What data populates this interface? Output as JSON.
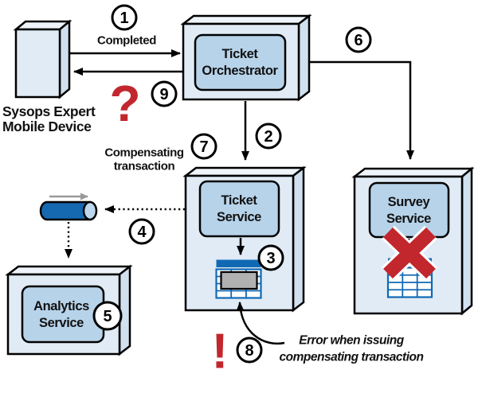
{
  "nodes": {
    "mobile_device": {
      "label": [
        "Sysops Expert",
        "Mobile Device"
      ]
    },
    "ticket_orchestrator": {
      "label": [
        "Ticket",
        "Orchestrator"
      ]
    },
    "ticket_service": {
      "label": [
        "Ticket",
        "Service"
      ]
    },
    "survey_service": {
      "label": [
        "Survey",
        "Service"
      ]
    },
    "analytics_service": {
      "label": [
        "Analytics",
        "Service"
      ]
    }
  },
  "steps": [
    "1",
    "2",
    "3",
    "4",
    "5",
    "6",
    "7",
    "8",
    "9"
  ],
  "labels": {
    "completed": "Completed",
    "compensating": [
      "Compensating",
      "transaction"
    ],
    "error": [
      "Error when issuing",
      "compensating transaction"
    ]
  },
  "symbols": {
    "question_mark": "?",
    "exclamation_mark": "!"
  },
  "colors": {
    "box_front": "#e0ebf5",
    "box_top": "#eef4fa",
    "box_side": "#d0e0ef",
    "inner_panel": "#b7d3e9",
    "queue_body": "#1569b1",
    "queue_cap": "#bdd7ec",
    "table_header": "#1169b4",
    "table_grid": "#1169b4",
    "table_cell": "#ffffff",
    "record_gray": "#b1b1b1",
    "alert_red": "#c1272d",
    "arrow_gray": "#999999",
    "outline": "#000000"
  }
}
